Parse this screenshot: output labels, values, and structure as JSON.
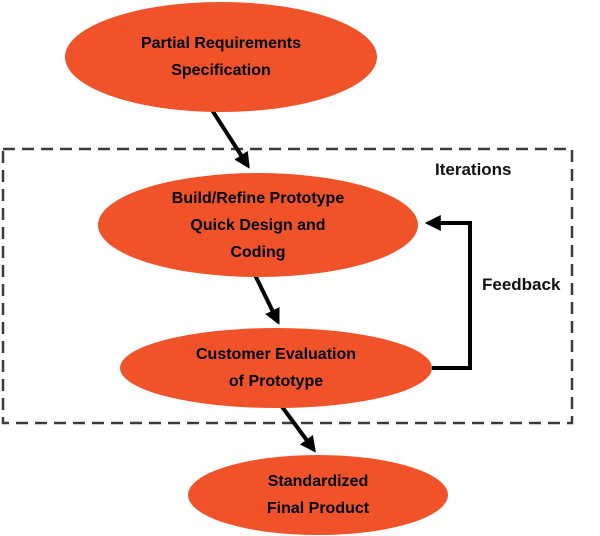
{
  "diagram": {
    "nodes": [
      {
        "id": "partial-requirements",
        "label": "Partial Requirements\nSpecification"
      },
      {
        "id": "build-refine-prototype",
        "label": "Build/Refine Prototype\nQuick Design and\nCoding"
      },
      {
        "id": "customer-evaluation",
        "label": "Customer Evaluation\nof Prototype"
      },
      {
        "id": "standardized-final-product",
        "label": "Standardized\nFinal Product"
      }
    ],
    "labels": {
      "iterations": "Iterations",
      "feedback": "Feedback"
    },
    "colors": {
      "node_fill": "#F0532A",
      "connector": "#000000",
      "box_border": "#3C3C3C",
      "text": "#000000",
      "background": "#FFFFFF"
    }
  }
}
